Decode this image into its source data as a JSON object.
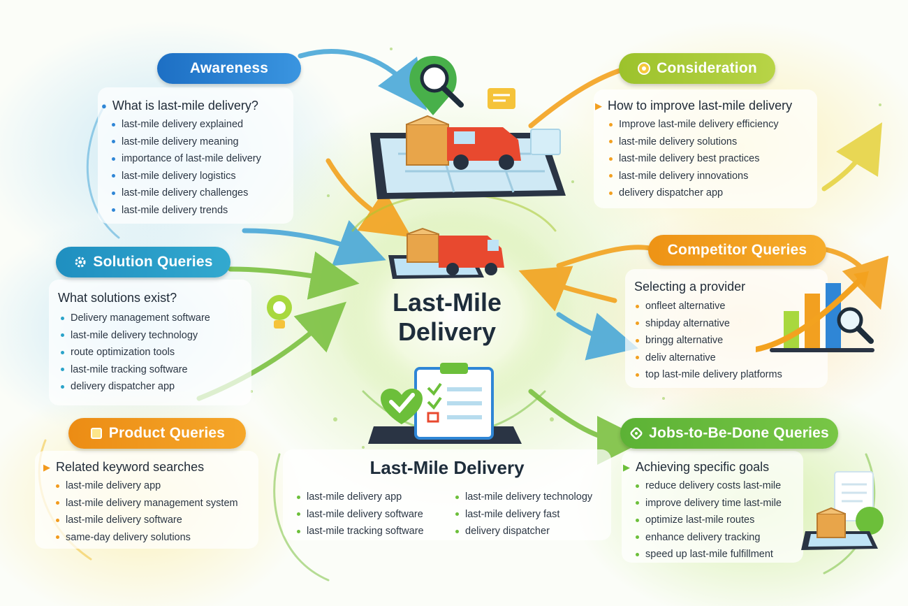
{
  "center": {
    "title": "Last-Mile\nDelivery"
  },
  "colors": {
    "awareness": "#2f86d6",
    "consideration": "#a8c832",
    "solution": "#2aa3c9",
    "competitor": "#f2a020",
    "product": "#f29a1c",
    "jobs": "#6cbf3a",
    "navy": "#1e2d3b"
  },
  "awareness": {
    "label": "Awareness",
    "question": "What is last-mile delivery?",
    "items": [
      "last-mile delivery explained",
      "last-mile delivery meaning",
      "importance of last-mile delivery",
      "last-mile delivery logistics",
      "last-mile delivery challenges",
      "last-mile delivery trends"
    ]
  },
  "consideration": {
    "label": "Consideration",
    "question": "How to improve last-mile delivery",
    "items": [
      "Improve last-mile delivery efficiency",
      "last-mile delivery solutions",
      "last-mile delivery best practices",
      "last-mile delivery innovations",
      "delivery dispatcher app"
    ]
  },
  "solution": {
    "label": "Solution Queries",
    "question": "What solutions exist?",
    "items": [
      "Delivery management software",
      "last-mile delivery technology",
      "route optimization tools",
      "last-mile tracking software",
      "delivery dispatcher app"
    ]
  },
  "competitor": {
    "label": "Competitor Queries",
    "question": "Selecting a provider",
    "items": [
      "onfleet alternative",
      "shipday alternative",
      "bringg alternative",
      "deliv alternative",
      "top last-mile delivery platforms"
    ]
  },
  "product": {
    "label": "Product Queries",
    "question": "Related keyword searches",
    "items": [
      "last-mile delivery app",
      "last-mile delivery management system",
      "last-mile delivery software",
      "same-day delivery solutions"
    ]
  },
  "jobs": {
    "label": "Jobs-to-Be-Done Queries",
    "question": "Achieving specific goals",
    "items": [
      "reduce delivery costs last-mile",
      "improve delivery time last-mile",
      "optimize last-mile routes",
      "enhance delivery tracking",
      "speed up last-mile fulfillment"
    ]
  },
  "bottom": {
    "title": "Last-Mile Delivery",
    "left_items": [
      "last-mile delivery app",
      "last-mile delivery software",
      "last-mile tracking software"
    ],
    "right_items": [
      "last-mile delivery technology",
      "last-mile delivery fast",
      "delivery dispatcher"
    ]
  }
}
